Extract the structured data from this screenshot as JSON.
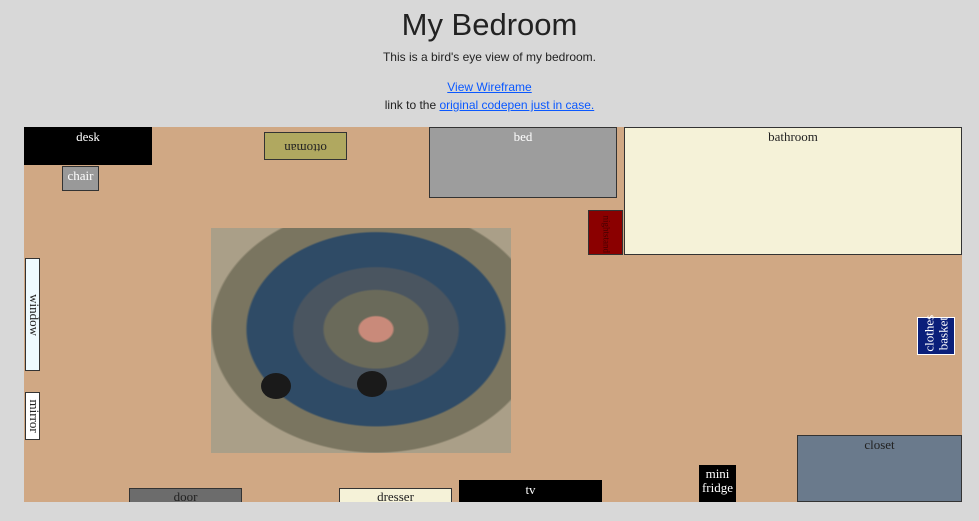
{
  "title": "My Bedroom",
  "subtitle": "This is a bird's eye view of my bedroom.",
  "wireframe_link": "View Wireframe",
  "link_prefix": "link to the ",
  "codepen_link": "original codepen just in case.",
  "room": {
    "desk": "desk",
    "chair": "chair",
    "ottoman": "ottoman",
    "bed": "bed",
    "bathroom": "bathroom",
    "nightstand": "nightstand",
    "window": "window",
    "mirror": "mirror",
    "clothes_line1": "clothes",
    "clothes_line2": "basket",
    "closet": "closet",
    "door": "door",
    "dresser": "dresser",
    "tv": "tv",
    "fridge_line1": "mini",
    "fridge_line2": "fridge"
  },
  "colors": {
    "floor": "#d0a884",
    "desk": "#000000",
    "bathroom": "#f5f2d8",
    "closet": "#6a7a8c",
    "clothes_basket": "#0a1f7a",
    "nightstand": "#8b0000"
  }
}
